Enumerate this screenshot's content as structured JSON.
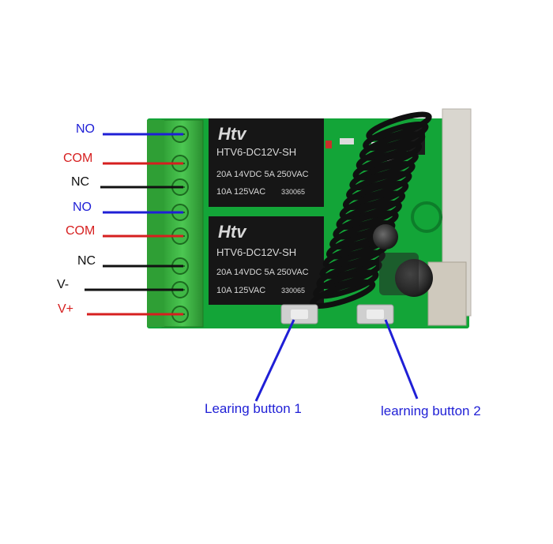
{
  "terminals": [
    {
      "label": "NO",
      "color": "#1f1fd6"
    },
    {
      "label": "COM",
      "color": "#d61f1f"
    },
    {
      "label": "NC",
      "color": "#111111"
    },
    {
      "label": "NO",
      "color": "#1f1fd6"
    },
    {
      "label": "COM",
      "color": "#d61f1f"
    },
    {
      "label": "NC",
      "color": "#111111"
    },
    {
      "label": "V-",
      "color": "#111111"
    },
    {
      "label": "V+",
      "color": "#d61f1f"
    }
  ],
  "relays": [
    {
      "brand": "Htv",
      "model": "HTV6-DC12V-SH",
      "rating1": "20A 14VDC  5A 250VAC",
      "rating2": "10A 125VAC",
      "code": "330065"
    },
    {
      "brand": "Htv",
      "model": "HTV6-DC12V-SH",
      "rating1": "20A 14VDC  5A 250VAC",
      "rating2": "10A 125VAC",
      "code": "330065"
    }
  ],
  "callouts": {
    "button1": "Learing button 1",
    "button2": "learning button 2"
  },
  "colors": {
    "pcb": "#13a538",
    "terminal_block": "#35b23b",
    "relay": "#161616",
    "callout_line": "#1f1fd6",
    "callout_text": "#1f1fd6"
  }
}
